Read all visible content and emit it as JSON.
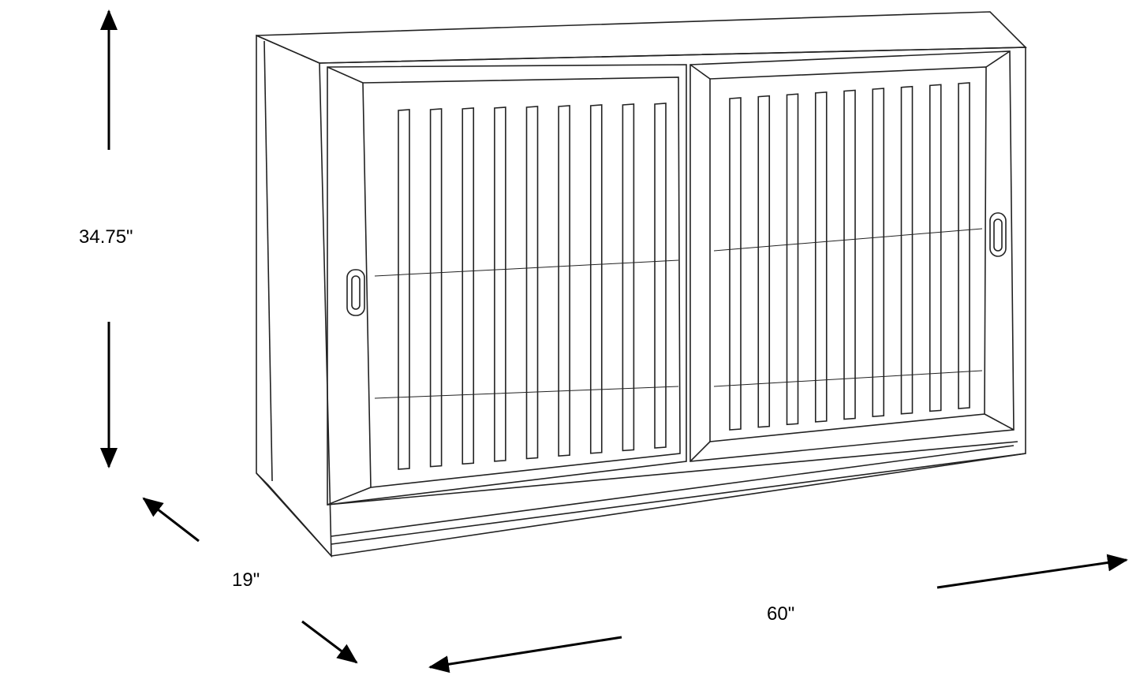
{
  "dimensions": {
    "height": "34.75\"",
    "depth": "19\"",
    "width": "60\""
  },
  "colors": {
    "line": "#222222",
    "background": "#ffffff"
  }
}
